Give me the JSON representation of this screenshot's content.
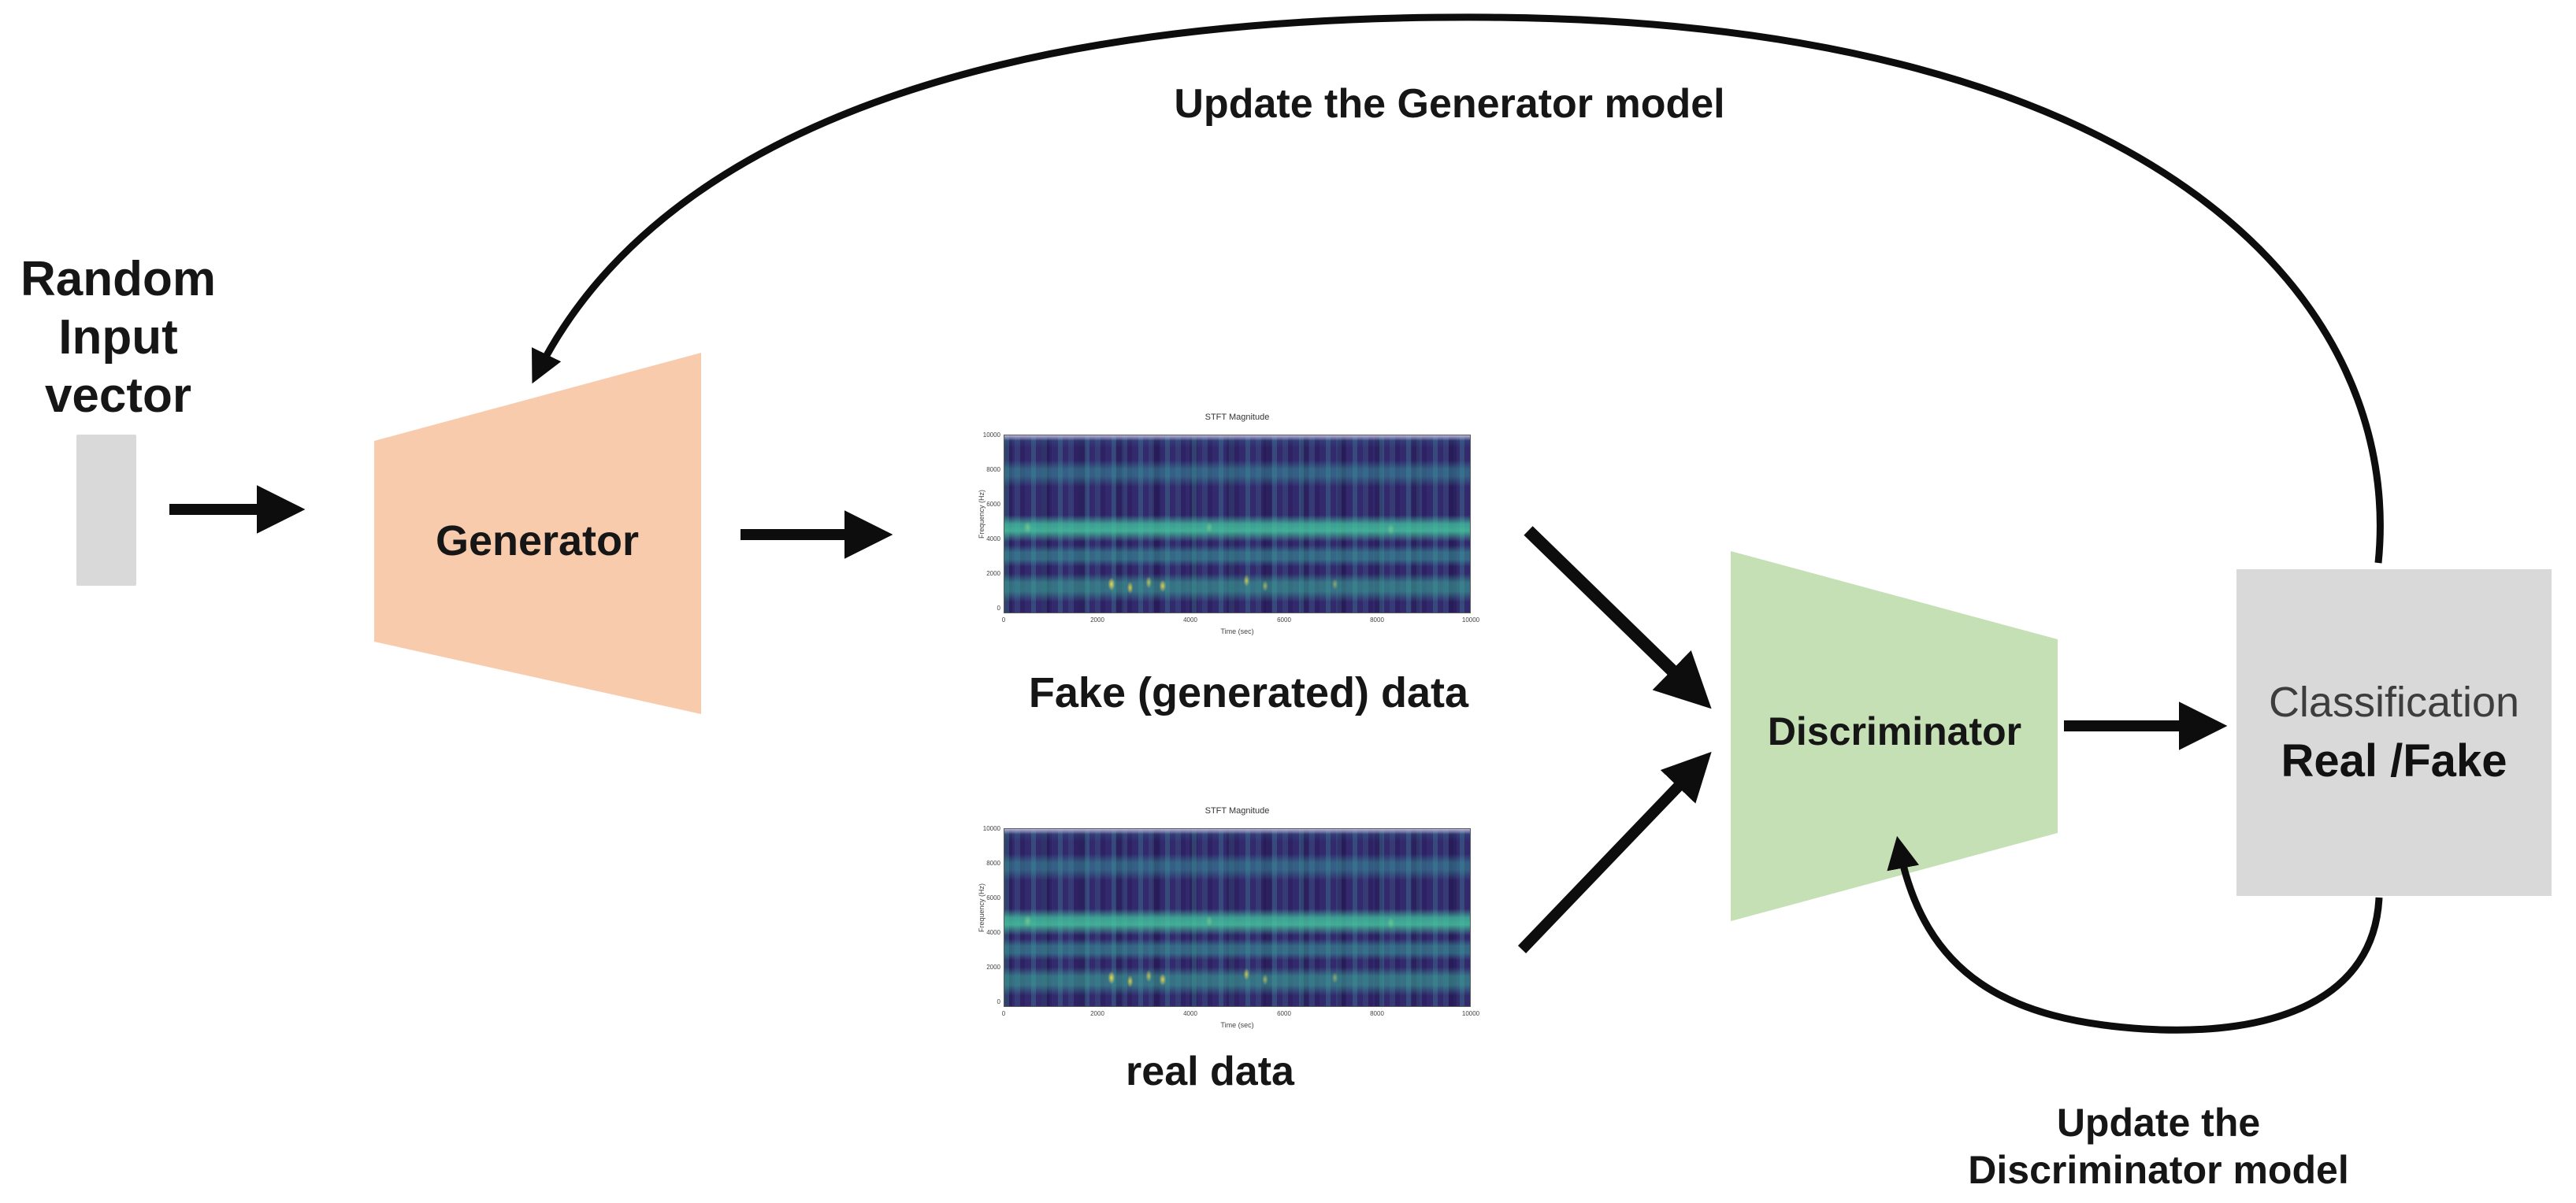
{
  "diagram": {
    "random_input_label": "Random\nInput\nvector",
    "update_generator_label": "Update the Generator model",
    "generator_label": "Generator",
    "fake_data_label": "Fake (generated) data",
    "real_data_label": "real data",
    "discriminator_label": "Discriminator",
    "classification": {
      "line1": "Classification",
      "line2": "Real /Fake"
    },
    "update_discriminator_label": "Update the\nDiscriminator model",
    "colors": {
      "generator_fill": "#F8CBAD",
      "discriminator_fill": "#C5E0B4",
      "classification_fill": "#D9D9D9",
      "input_vector_fill": "#D9D9D9",
      "arrow": "#0d0d0d",
      "background": "#FFFFFF"
    }
  },
  "spectrogram": {
    "title": "STFT Magnitude",
    "xlabel": "Time (sec)",
    "ylabel": "Frequency (Hz)",
    "x_ticks": [
      "0",
      "2000",
      "4000",
      "6000",
      "8000",
      "10000"
    ],
    "y_ticks": [
      "10000",
      "8000",
      "6000",
      "4000",
      "2000",
      "0"
    ]
  }
}
